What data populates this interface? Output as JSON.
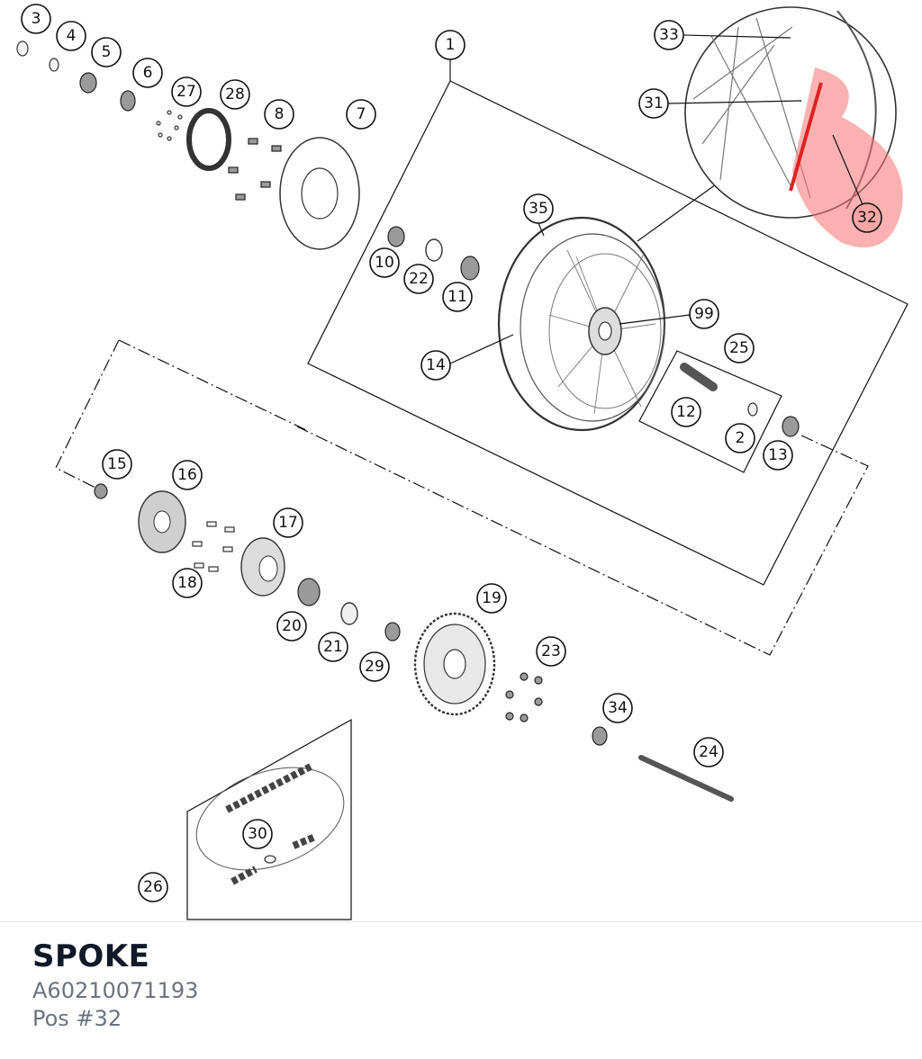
{
  "part": {
    "name": "SPOKE",
    "number": "A60210071193",
    "position": "Pos #32"
  },
  "highlight_color": "#f87171",
  "callouts": [
    "1",
    "2",
    "3",
    "4",
    "5",
    "6",
    "7",
    "8",
    "10",
    "11",
    "12",
    "13",
    "14",
    "15",
    "16",
    "17",
    "18",
    "19",
    "20",
    "21",
    "22",
    "23",
    "24",
    "25",
    "26",
    "27",
    "28",
    "29",
    "30",
    "31",
    "32",
    "33",
    "34",
    "35",
    "99"
  ]
}
